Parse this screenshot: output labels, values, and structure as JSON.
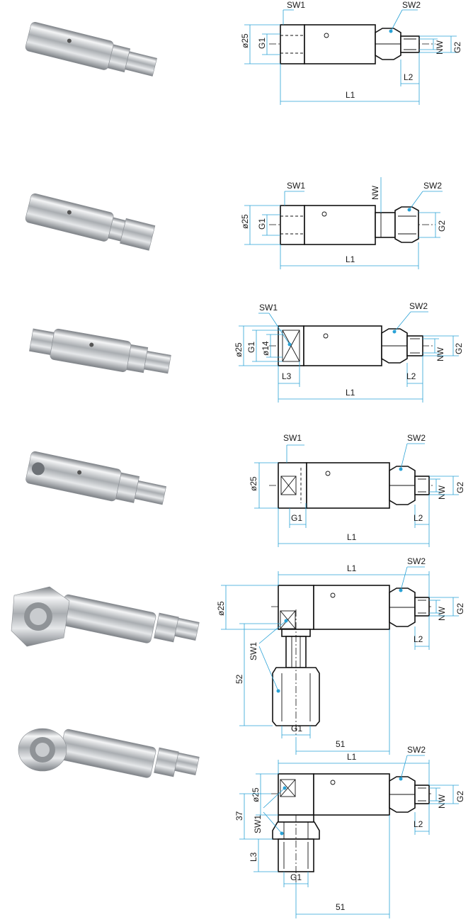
{
  "colors": {
    "dimension_line": "#2aa2d6",
    "part_outline": "#111111",
    "background": "#ffffff"
  },
  "views": [
    {
      "id": "v1",
      "labels": {
        "sw1": "SW1",
        "sw2": "SW2",
        "d": "ø25",
        "g1": "G1",
        "nw": "NW",
        "g2": "G2",
        "l2": "L2",
        "l1": "L1"
      }
    },
    {
      "id": "v2",
      "labels": {
        "sw1": "SW1",
        "sw2": "SW2",
        "d": "ø25",
        "g1": "G1",
        "nw": "NW",
        "g2": "G2",
        "l1": "L1"
      }
    },
    {
      "id": "v3",
      "labels": {
        "sw1": "SW1",
        "sw2": "SW2",
        "d": "ø25",
        "g1": "G1",
        "d14": "ø14",
        "nw": "NW",
        "g2": "G2",
        "l2": "L2",
        "l3": "L3",
        "l1": "L1"
      }
    },
    {
      "id": "v4",
      "labels": {
        "sw1": "SW1",
        "sw2": "SW2",
        "d": "ø25",
        "g1": "G1",
        "nw": "NW",
        "g2": "G2",
        "l2": "L2",
        "l1": "L1"
      }
    },
    {
      "id": "v5",
      "labels": {
        "l1": "L1",
        "sw2": "SW2",
        "d": "ø25",
        "nw": "NW",
        "g2": "G2",
        "sw1": "SW1",
        "l2": "L2",
        "d52": "52",
        "g1": "G1",
        "d51": "51"
      }
    },
    {
      "id": "v6",
      "labels": {
        "l1": "L1",
        "sw2": "SW2",
        "d": "ø25",
        "nw": "NW",
        "g2": "G2",
        "d37": "37",
        "sw1": "SW1",
        "l2": "L2",
        "l3": "L3",
        "g1": "G1",
        "d51": "51"
      }
    }
  ]
}
